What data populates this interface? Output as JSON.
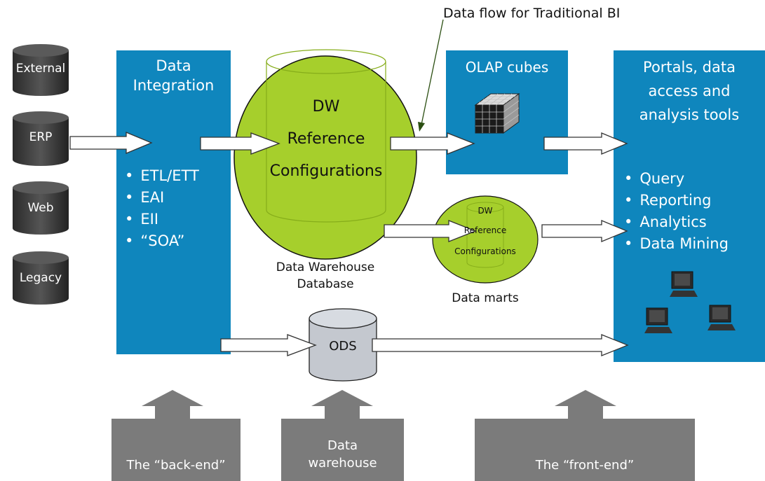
{
  "sources": [
    "External",
    "ERP",
    "Web",
    "Legacy"
  ],
  "integration": {
    "title_line1": "Data",
    "title_line2": "Integration",
    "items": [
      "ETL/ETT",
      "EAI",
      "EII",
      "“SOA”"
    ]
  },
  "warehouse": {
    "line1": "DW",
    "line2": "Reference",
    "line3": "Configurations",
    "caption_line1": "Data Warehouse",
    "caption_line2": "Database"
  },
  "callout": {
    "text": "Data flow for Traditional BI"
  },
  "olap": {
    "title": "OLAP cubes"
  },
  "marts": {
    "line1": "DW",
    "line2": "Reference",
    "line3": "Configurations",
    "caption": "Data marts"
  },
  "ods": {
    "label": "ODS"
  },
  "portals": {
    "title_line1": "Portals, data",
    "title_line2": "access and",
    "title_line3": "analysis tools",
    "items": [
      "Query",
      "Reporting",
      "Analytics",
      "Data Mining"
    ]
  },
  "bottom": {
    "backend": "The “back-end”",
    "warehouse_line1": "Data",
    "warehouse_line2": "warehouse",
    "frontend": "The “front-end”"
  },
  "colors": {
    "panel_blue": "#0f86bd",
    "green": "#a6cf2c",
    "cylinder_dark": "#3a3a3a",
    "ods_gray": "#c4c8cf",
    "bottom_gray": "#7b7b7b"
  }
}
